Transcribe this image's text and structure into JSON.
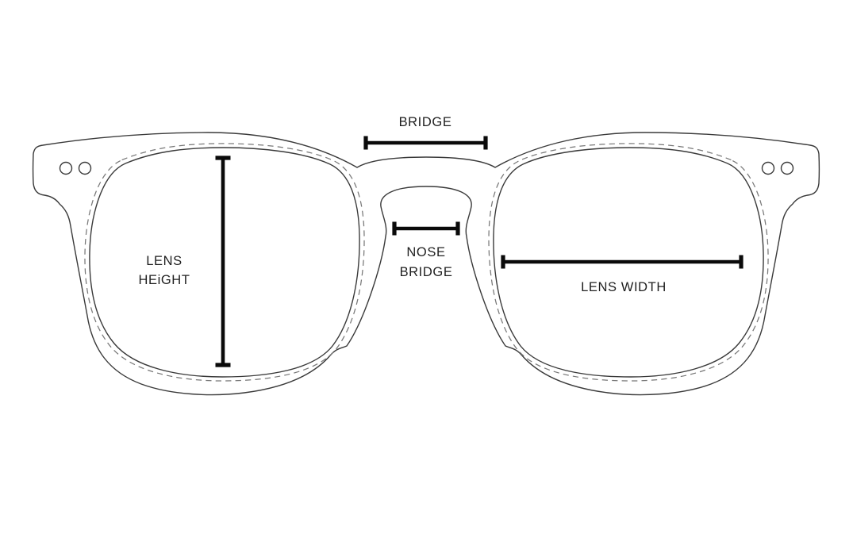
{
  "diagram": {
    "type": "eyeglasses-measurement-guide",
    "measurements": {
      "bridge": {
        "label": "BRIDGE"
      },
      "nose_bridge": {
        "label_line1": "NOSE",
        "label_line2": "BRIDGE"
      },
      "lens_height": {
        "label_line1": "LENS",
        "label_line2": "HEiGHT"
      },
      "lens_width": {
        "label": "LENS WIDTH"
      }
    },
    "colors": {
      "background": "#ffffff",
      "outline": "#3a3a3a",
      "dashed_groove": "#777777",
      "measure": "#0a0a0a",
      "text": "#1f1f1f"
    }
  }
}
